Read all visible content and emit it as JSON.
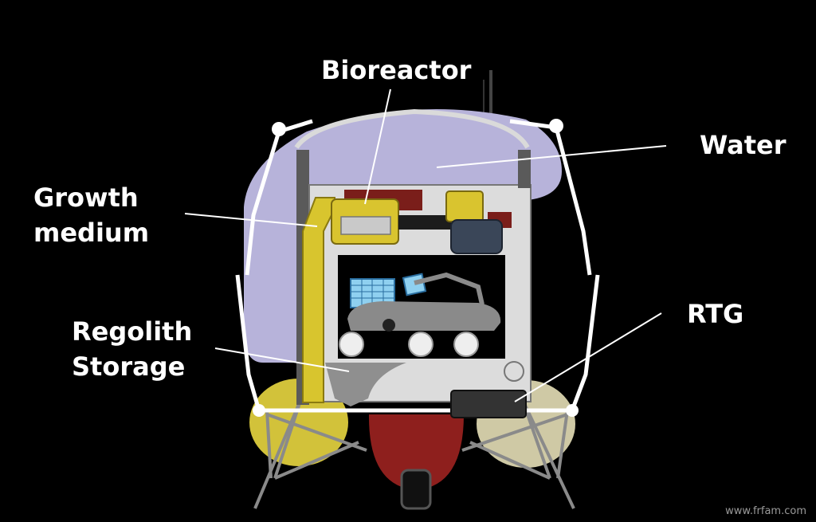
{
  "labels": {
    "bioreactor": "Bioreactor",
    "water": "Water",
    "growth_medium_line1": "Growth",
    "growth_medium_line2": "medium",
    "regolith_line1": "Regolith",
    "regolith_line2": "Storage",
    "rtg": "RTG"
  },
  "watermark": "www.frfam.com",
  "colors": {
    "background": "#000000",
    "water_tank": "#b7b3da",
    "shell_frame": "#e2e2e2",
    "growth_medium_pipe": "#d8c52e",
    "bioreactor": "#d9c42f",
    "dark_red_panels": "#7a1e1a",
    "regolith": "#8f8f8f",
    "rtg": "#333333",
    "bottom_tank": "#8e1f1d",
    "left_wheel": "#d2c23a",
    "right_wheel": "#cfc9a5",
    "solar_panel": "#8fd0f0",
    "rover": "#8a8a8a",
    "label_text": "#ffffff"
  }
}
